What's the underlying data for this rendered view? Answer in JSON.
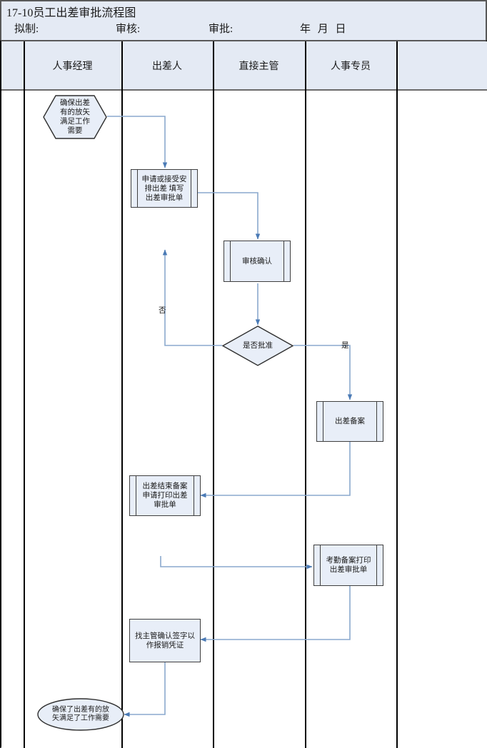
{
  "header": {
    "title": "17-10员工出差审批流程图",
    "fields": {
      "drafted_by": "拟制:",
      "reviewed_by": "审核:",
      "approved_by": "审批:",
      "date": "年 月 日"
    }
  },
  "lanes": [
    {
      "id": "lane-blank-left",
      "label": ""
    },
    {
      "id": "lane-hr-manager",
      "label": "人事经理"
    },
    {
      "id": "lane-traveler",
      "label": "出差人"
    },
    {
      "id": "lane-direct-supervisor",
      "label": "直接主管"
    },
    {
      "id": "lane-hr-specialist",
      "label": "人事专员"
    },
    {
      "id": "lane-blank-right",
      "label": ""
    }
  ],
  "chart_data": {
    "type": "flowchart",
    "title": "17-10员工出差审批流程图",
    "nodes": [
      {
        "id": "n1",
        "shape": "hexagon",
        "lane": "人事经理",
        "text": "确保出差\n有的放矢\n满足工作\n需要"
      },
      {
        "id": "n2",
        "shape": "predefined-process",
        "lane": "出差人",
        "text": "申请或接受安\n排出差 填写\n出差审批单"
      },
      {
        "id": "n3",
        "shape": "predefined-process",
        "lane": "直接主管",
        "text": "审核确认"
      },
      {
        "id": "n4",
        "shape": "decision",
        "lane": "直接主管",
        "text": "是否批准"
      },
      {
        "id": "n5",
        "shape": "predefined-process",
        "lane": "人事专员",
        "text": "出差备案"
      },
      {
        "id": "n6",
        "shape": "predefined-process",
        "lane": "出差人",
        "text": "出差结束备案\n申请打印出差\n审批单"
      },
      {
        "id": "n7",
        "shape": "predefined-process",
        "lane": "人事专员",
        "text": "考勤备案打印\n出差审批单"
      },
      {
        "id": "n8",
        "shape": "process",
        "lane": "出差人",
        "text": "找主管确认签字以\n作报销凭证"
      },
      {
        "id": "n9",
        "shape": "terminator-ellipse",
        "lane": "人事经理",
        "text": "确保了出差有的放\n矢满足了工作需要"
      }
    ],
    "edges": [
      {
        "from": "n1",
        "to": "n2",
        "label": ""
      },
      {
        "from": "n2",
        "to": "n3",
        "label": ""
      },
      {
        "from": "n3",
        "to": "n4",
        "label": ""
      },
      {
        "from": "n4",
        "to": "n2",
        "label": "否"
      },
      {
        "from": "n4",
        "to": "n5",
        "label": "是"
      },
      {
        "from": "n5",
        "to": "n6",
        "label": ""
      },
      {
        "from": "n6",
        "to": "n7",
        "label": ""
      },
      {
        "from": "n7",
        "to": "n8",
        "label": ""
      },
      {
        "from": "n8",
        "to": "n9",
        "label": ""
      }
    ],
    "edge_labels": {
      "no": "否",
      "yes": "是"
    }
  },
  "colors": {
    "node_fill": "#e8eef8",
    "node_stroke": "#3f3f3f",
    "connector": "#7a9ac4",
    "header_fill": "#e4eaf4",
    "lane_border": "#000000",
    "page_bg": "#ffffff"
  }
}
